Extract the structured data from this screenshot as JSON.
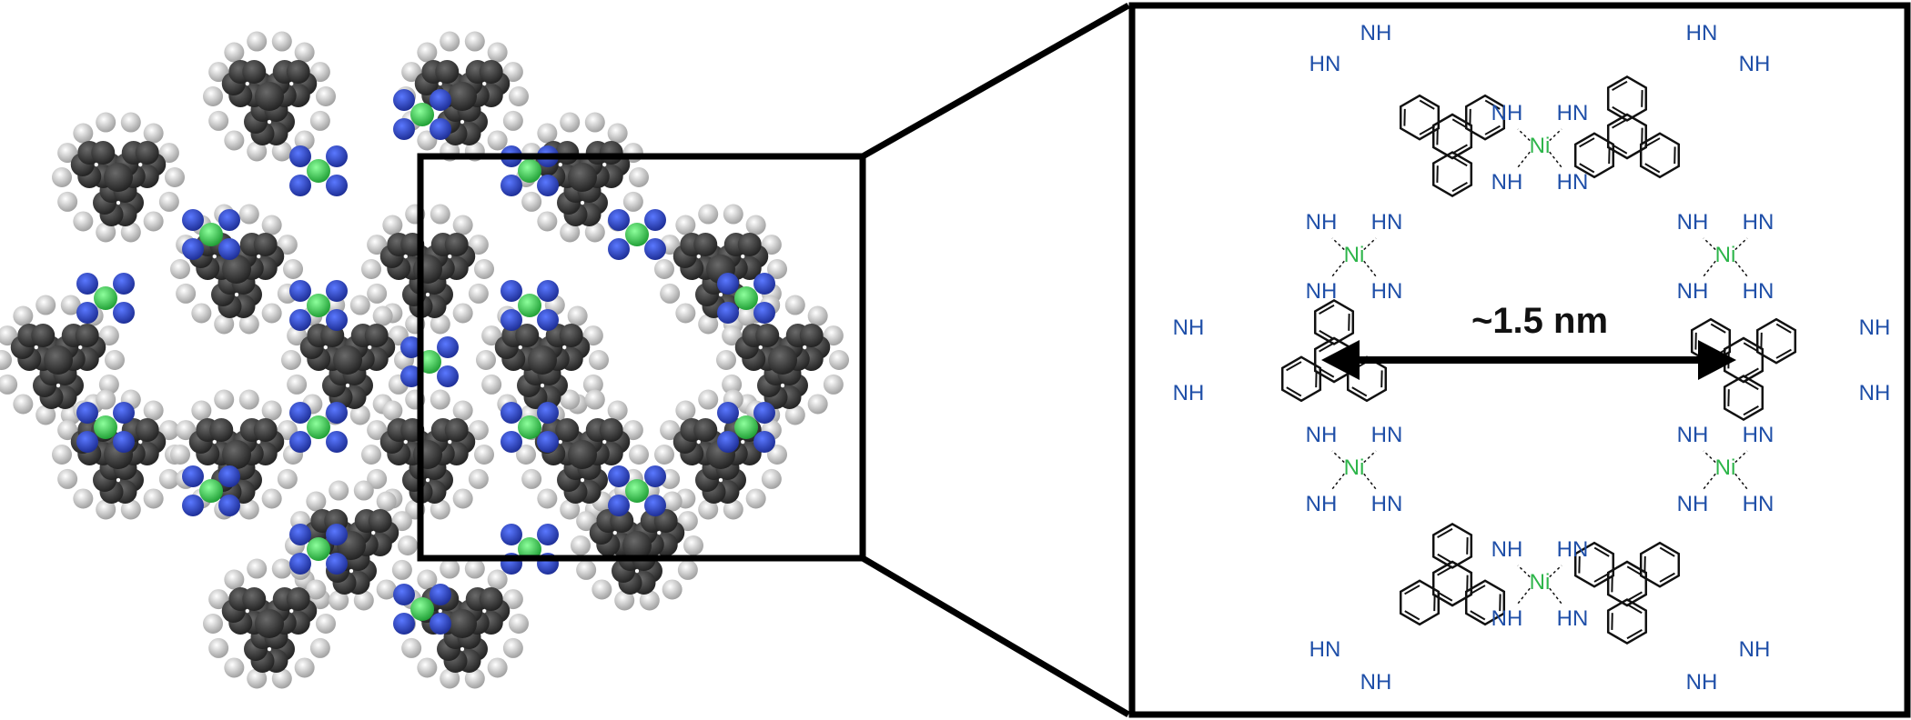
{
  "figure": {
    "pore_label": "~1.5 nm",
    "atom_labels": {
      "amine": "NH",
      "amine_rev": "HN",
      "nickel": "Ni"
    }
  },
  "colors": {
    "carbon": "#2e2e2e",
    "hydrogen": "#d6d6d6",
    "nitrogen": "#2a3fb8",
    "nickel": "#2ecc4a",
    "amine_text": "#1f4fa8",
    "nickel_text": "#2db54a",
    "frame": "#000000"
  }
}
